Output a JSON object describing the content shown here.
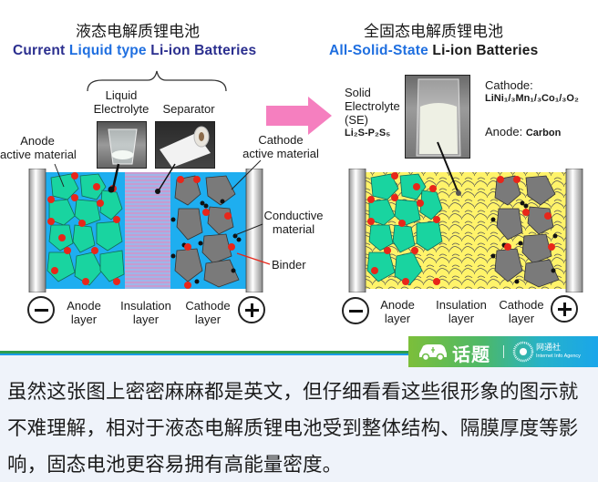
{
  "left_panel": {
    "title_cn": "液态电解质锂电池",
    "title_en_part1": "Current ",
    "title_en_part2": "Liquid type",
    "title_en_part3": " Li-ion Batteries",
    "labels": {
      "liquid_electrolyte_line1": "Liquid",
      "liquid_electrolyte_line2": "Electrolyte",
      "separator": "Separator",
      "anode_active_line1": "Anode",
      "anode_active_line2": "active material",
      "cathode_active_line1": "Cathode",
      "cathode_active_line2": "active material",
      "conductive_line1": "Conductive",
      "conductive_line2": "material",
      "binder": "Binder"
    },
    "layers": [
      {
        "line1": "Anode",
        "line2": "layer"
      },
      {
        "line1": "Insulation",
        "line2": "layer"
      },
      {
        "line1": "Cathode",
        "line2": "layer"
      }
    ],
    "terminal_negative": "−",
    "terminal_positive": "+"
  },
  "right_panel": {
    "title_cn": "全固态电解质锂电池",
    "title_en_part1": "All-Solid-State",
    "title_en_part2": " Li-ion Batteries",
    "labels": {
      "se_line1": "Solid",
      "se_line2": "Electrolyte",
      "se_line3": "(SE)",
      "se_formula": "Li₂S-P₂S₅",
      "cathode_label": "Cathode:",
      "cathode_formula": "LiNi₁/₃Mn₁/₃Co₁/₃O₂",
      "anode_label": "Anode: ",
      "anode_value": "Carbon"
    },
    "layers": [
      {
        "line1": "Anode",
        "line2": "layer"
      },
      {
        "line1": "Insulation",
        "line2": "layer"
      },
      {
        "line1": "Cathode",
        "line2": "layer"
      }
    ],
    "terminal_negative": "−",
    "terminal_positive": "+"
  },
  "colors": {
    "title_dark_blue": "#2b2f8f",
    "title_bright_blue": "#1f6fe0",
    "liquid_bg": "#1eaef0",
    "solid_bg": "#fff36a",
    "anode_particle": "#19d4a0",
    "cathode_particle": "#7a7a7a",
    "binder_dot": "#e8261a",
    "arrow_pink": "#f57fbf",
    "separator_stripe_a": "#c79bd0",
    "separator_stripe_b": "#9fb6e8"
  },
  "banner": {
    "topic": "话题",
    "agency_cn": "网通社",
    "agency_en": "Internet Info Agency"
  },
  "caption": {
    "text": "虽然这张图上密密麻麻都是英文，但仔细看看这些很形象的图示就不难理解，相对于液态电解质锂电池受到整体结构、隔膜厚度等影响，固态电池更容易拥有高能量密度。"
  }
}
